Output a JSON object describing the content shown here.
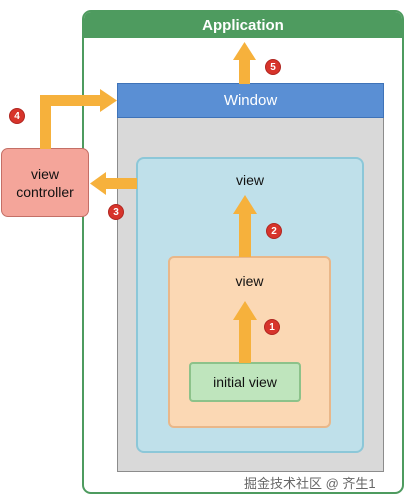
{
  "application": {
    "label": "Application"
  },
  "window": {
    "label": "Window"
  },
  "views": {
    "outer_label": "view",
    "middle_label": "view",
    "initial_label": "initial view"
  },
  "view_controller": {
    "line1": "view",
    "line2": "controller"
  },
  "steps": [
    "1",
    "2",
    "3",
    "4",
    "5"
  ],
  "watermark": "掘金技术社区 @ 齐生1",
  "colors": {
    "application": "#4e9b5f",
    "window": "#5a8fd4",
    "outer_view": "#bfe0ea",
    "middle_view": "#fbd8b4",
    "initial_view": "#bfe5bd",
    "view_controller": "#f4a59a",
    "arrow": "#f6b13c",
    "step_badge": "#d7342b"
  }
}
